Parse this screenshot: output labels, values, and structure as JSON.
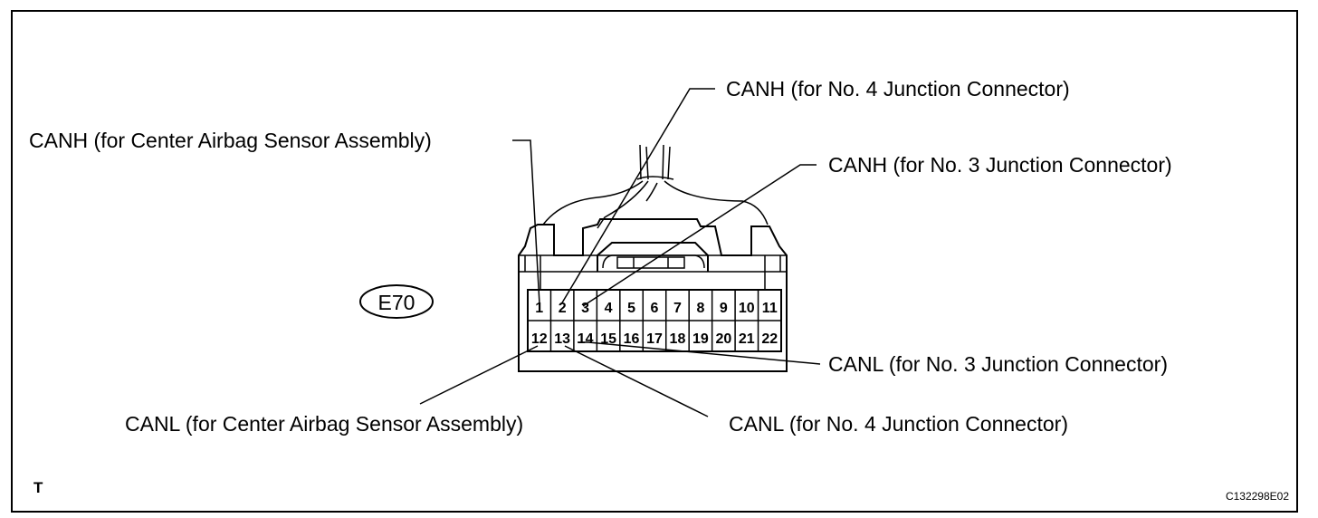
{
  "connector_code": "E70",
  "corner_mark": "T",
  "figure_id": "C132298E02",
  "pins_top": [
    "1",
    "2",
    "3",
    "4",
    "5",
    "6",
    "7",
    "8",
    "9",
    "10",
    "11"
  ],
  "pins_bottom": [
    "12",
    "13",
    "14",
    "15",
    "16",
    "17",
    "18",
    "19",
    "20",
    "21",
    "22"
  ],
  "labels": {
    "canh_airbag": "CANH (for Center Airbag Sensor Assembly)",
    "canh_jc4": "CANH (for No. 4 Junction Connector)",
    "canh_jc3": "CANH (for No. 3 Junction Connector)",
    "canl_jc3": "CANL (for No. 3 Junction Connector)",
    "canl_airbag": "CANL (for Center Airbag Sensor Assembly)",
    "canl_jc4": "CANL (for No. 4 Junction Connector)"
  }
}
